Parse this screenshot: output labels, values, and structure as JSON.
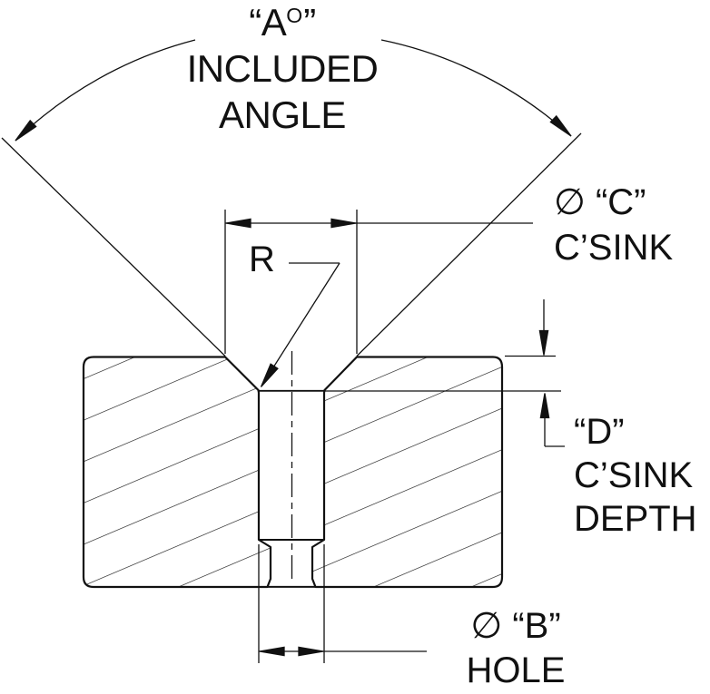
{
  "colors": {
    "ink": "#111111",
    "paper": "#ffffff"
  },
  "labels": {
    "included_angle": {
      "pre": "“A",
      "sup": "O",
      "post": "”",
      "line2": "INCLUDED",
      "line3": "ANGLE"
    },
    "csink_diameter": {
      "symbol": "∅",
      "value": "“C”",
      "line2": "C’SINK"
    },
    "radius": "R",
    "csink_depth": {
      "line1": "“D”",
      "line2": "C’SINK",
      "line3": "DEPTH"
    },
    "hole_diameter": {
      "symbol": "∅",
      "value": "“B”",
      "line2": "HOLE"
    }
  }
}
